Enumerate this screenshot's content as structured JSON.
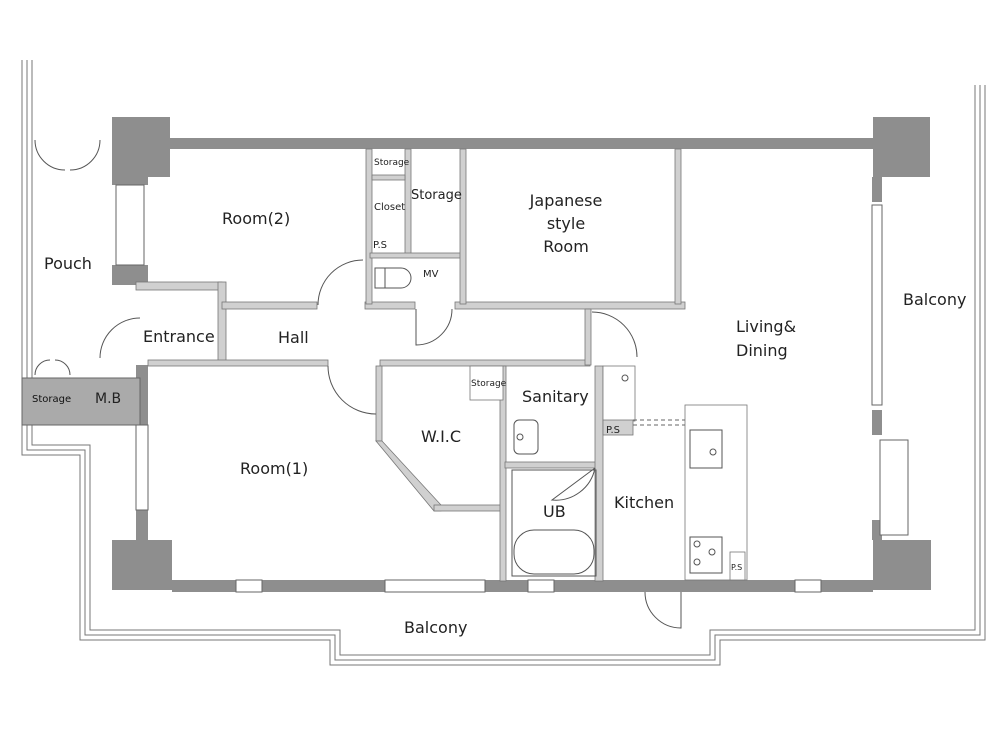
{
  "rooms": {
    "pouch": "Pouch",
    "room2": "Room(2)",
    "storage_top_small": "Storage",
    "closet": "Closet",
    "ps_top": "P.S",
    "storage_top": "Storage",
    "mv": "MV",
    "japanese_line1": "Japanese",
    "japanese_line2": "style",
    "japanese_line3": "Room",
    "balcony_right": "Balcony",
    "living_line1": "Living&",
    "living_line2": "Dining",
    "entrance": "Entrance",
    "hall": "Hall",
    "storage_left": "Storage",
    "mb": "M.B",
    "storage_mid": "Storage",
    "sanitary": "Sanitary",
    "wic": "W.I.C",
    "ps_mid": "P.S",
    "room1": "Room(1)",
    "kitchen": "Kitchen",
    "ub": "UB",
    "ps_kitchen": "P.S",
    "balcony_bottom": "Balcony"
  }
}
